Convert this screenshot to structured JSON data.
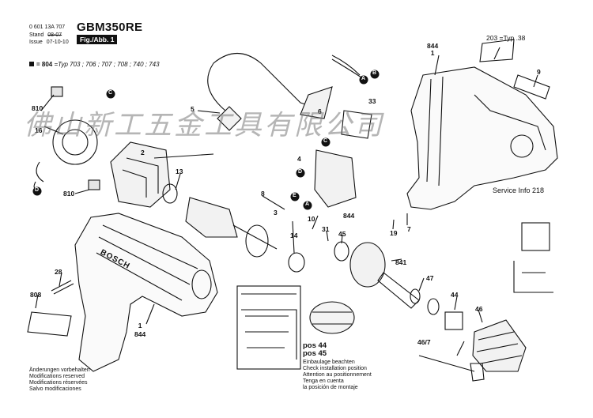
{
  "header": {
    "part_number": "0 601 13A 707",
    "stand_label": "Stand",
    "stand_value": "08-07",
    "issue_label": "Issue",
    "issue_value": "07-10-10",
    "model": "GBM350RE",
    "figure_label": "Fig./Abb. 1"
  },
  "type_line": {
    "ref": "= 804",
    "types": "=Typ 703 ; 706 ; 707 ; 708 ; 740 ; 743"
  },
  "watermark": "佛山新工五金工具有限公司",
  "part_labels": [
    {
      "id": "p844a",
      "text": "844\n1"
    },
    {
      "id": "p203",
      "text": "203 =Typ .38"
    },
    {
      "id": "p9",
      "text": "9"
    },
    {
      "id": "p810a",
      "text": "810"
    },
    {
      "id": "p16",
      "text": "16"
    },
    {
      "id": "p5",
      "text": "5"
    },
    {
      "id": "p6",
      "text": "6"
    },
    {
      "id": "p33",
      "text": "33"
    },
    {
      "id": "p2",
      "text": "2"
    },
    {
      "id": "p13",
      "text": "13"
    },
    {
      "id": "p810b",
      "text": "810"
    },
    {
      "id": "p4",
      "text": "4"
    },
    {
      "id": "p8",
      "text": "8"
    },
    {
      "id": "p3",
      "text": "3"
    },
    {
      "id": "p844b",
      "text": "844"
    },
    {
      "id": "p10",
      "text": "10"
    },
    {
      "id": "p31",
      "text": "31"
    },
    {
      "id": "p14",
      "text": "14"
    },
    {
      "id": "p45",
      "text": "45"
    },
    {
      "id": "p19",
      "text": "19"
    },
    {
      "id": "p7",
      "text": "7"
    },
    {
      "id": "p841",
      "text": "841"
    },
    {
      "id": "p28",
      "text": "28"
    },
    {
      "id": "p808",
      "text": "808"
    },
    {
      "id": "p844c",
      "text": "1\n844"
    },
    {
      "id": "p47",
      "text": "47"
    },
    {
      "id": "p44",
      "text": "44"
    },
    {
      "id": "p46",
      "text": "46"
    },
    {
      "id": "p467",
      "text": "46/7"
    }
  ],
  "service_info": "Service Info 218",
  "callouts": [
    "A",
    "B",
    "C",
    "D",
    "E"
  ],
  "pos_labels": [
    "pos 44",
    "pos 45"
  ],
  "install_notes": [
    "Einbaulage beachten",
    "Check installation position",
    "Attention au positionnement",
    "Tenga en cuenta",
    "la posición de montaje"
  ],
  "change_notes": [
    "Änderungen vorbehalten",
    "Modifications reserved",
    "Modifications réservées",
    "Salvo modificaciones"
  ],
  "brand_on_tool": "BOSCH",
  "colors": {
    "ink": "#111111",
    "callout": "#111111",
    "watermark": "#787878"
  }
}
